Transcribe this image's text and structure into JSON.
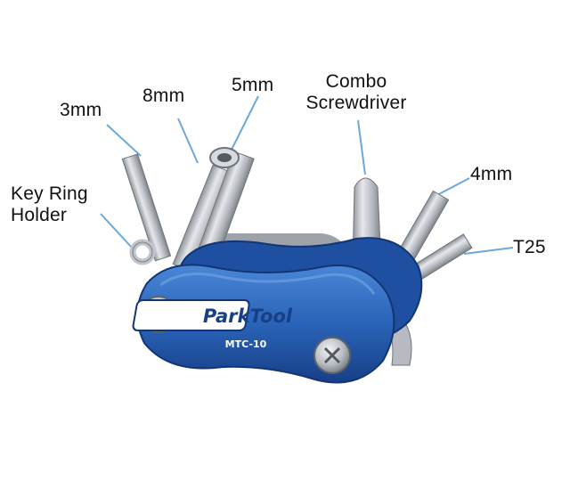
{
  "labels": {
    "three_mm": "3mm",
    "eight_mm": "8mm",
    "five_mm": "5mm",
    "combo_line1": "Combo",
    "combo_line2": "Screwdriver",
    "four_mm": "4mm",
    "key_ring_line1": "Key Ring",
    "key_ring_line2": "Holder",
    "t25": "T25"
  },
  "tool": {
    "brand": "ParkTool",
    "model": "MTC-10"
  },
  "colors": {
    "body_blue": "#2a63b8",
    "body_blue_dark": "#173f86",
    "steel": "#c9ccd1",
    "steel_dark": "#8d9198",
    "leader": "#6aa9dd"
  }
}
